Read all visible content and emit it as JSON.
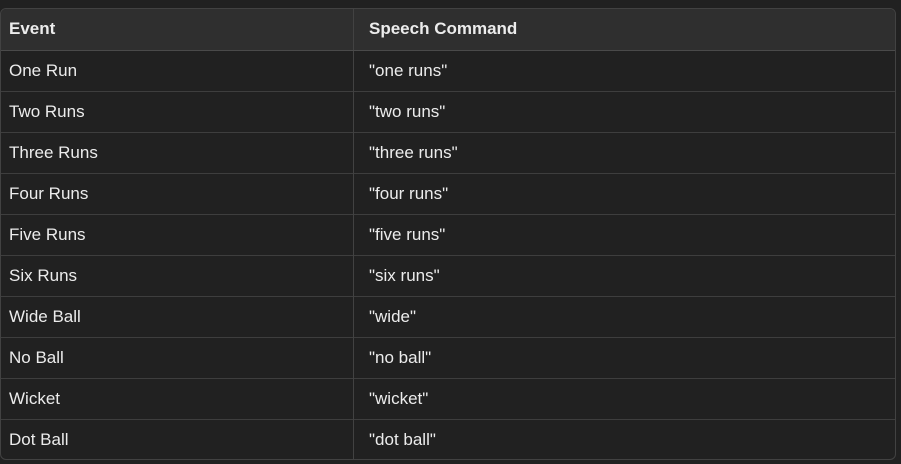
{
  "table": {
    "headers": {
      "event": "Event",
      "command": "Speech Command"
    },
    "rows": [
      {
        "event": "One Run",
        "command": "\"one runs\""
      },
      {
        "event": "Two Runs",
        "command": "\"two runs\""
      },
      {
        "event": "Three Runs",
        "command": "\"three runs\""
      },
      {
        "event": "Four Runs",
        "command": "\"four runs\""
      },
      {
        "event": "Five Runs",
        "command": "\"five runs\""
      },
      {
        "event": "Six Runs",
        "command": "\"six runs\""
      },
      {
        "event": "Wide Ball",
        "command": "\"wide\""
      },
      {
        "event": "No Ball",
        "command": "\"no ball\""
      },
      {
        "event": "Wicket",
        "command": "\"wicket\""
      },
      {
        "event": "Dot Ball",
        "command": "\"dot ball\""
      }
    ]
  }
}
